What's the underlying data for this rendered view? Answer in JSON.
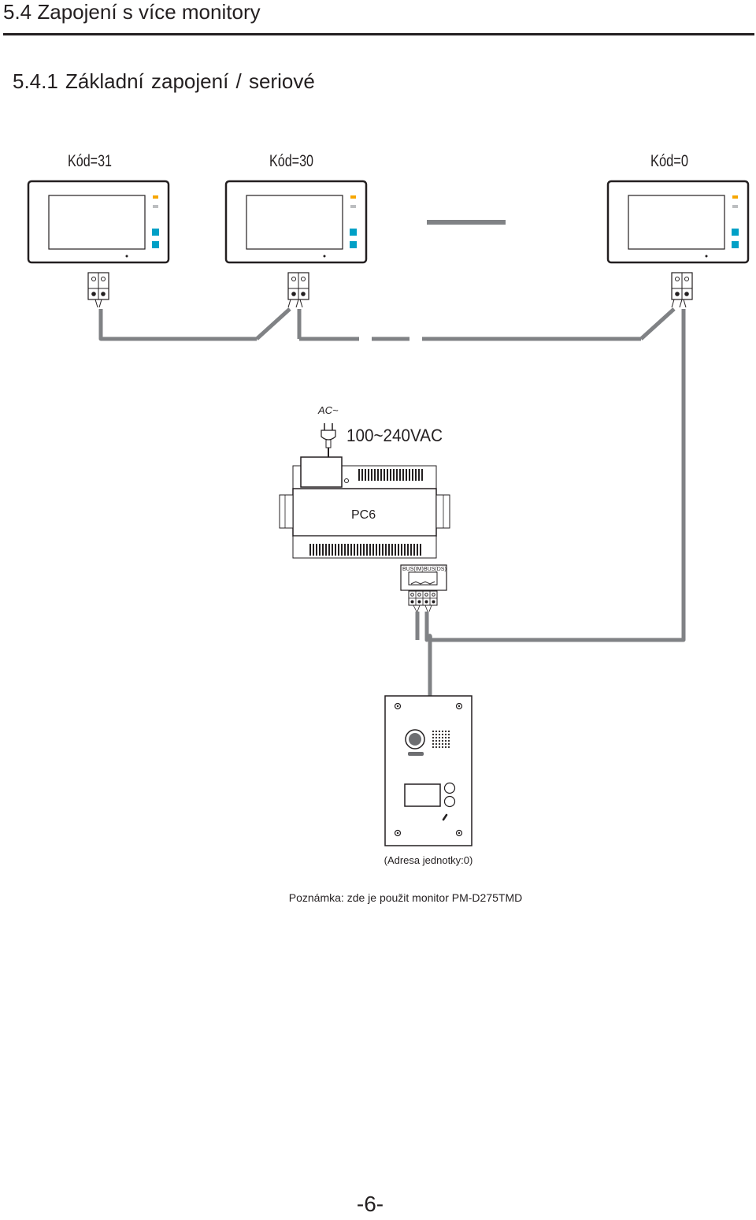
{
  "heading": {
    "section_title": "5.4 Zapojení s více monitory",
    "subsection_title": "5.4.1  Základní  zapojení / seriové"
  },
  "monitors": [
    {
      "code_label": "Kód=31"
    },
    {
      "code_label": "Kód=30"
    },
    {
      "code_label": "Kód=0"
    }
  ],
  "power_supply": {
    "ac_label": "AC~",
    "voltage_label": "100~240VAC",
    "model_label": "PC6",
    "bus_labels": [
      "BUS(IM)",
      "BUS(DS)"
    ]
  },
  "door_station": {
    "address_label": "(Adresa jednotky:0)"
  },
  "note": "Poznámka: zde je použit monitor PM-D275TMD",
  "page_number": "-6-",
  "colors": {
    "ink": "#231f20",
    "wire": "#808285",
    "led_amber": "#f7a600",
    "led_grey": "#bcbec0",
    "button_teal": "#00a0c6"
  }
}
